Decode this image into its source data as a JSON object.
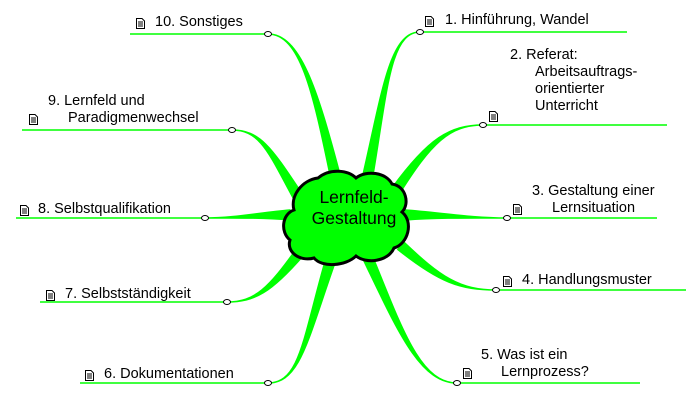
{
  "diagram": {
    "type": "mindmap",
    "center": {
      "line1": "Lernfeld-",
      "line2": "Gestaltung",
      "fill": "#00ff00",
      "outline": "#000000"
    },
    "branch_color": "#00ff00",
    "icon": "document-icon",
    "topics": [
      {
        "id": 1,
        "lines": [
          "1. Hinführung, Wandel"
        ]
      },
      {
        "id": 2,
        "lines": [
          "2. Referat:",
          "Arbeitsauftrags-",
          "orientierter",
          "Unterricht"
        ]
      },
      {
        "id": 3,
        "lines": [
          "3. Gestaltung einer",
          "Lernsituation"
        ]
      },
      {
        "id": 4,
        "lines": [
          "4. Handlungsmuster"
        ]
      },
      {
        "id": 5,
        "lines": [
          "5. Was ist ein",
          "Lernprozess?"
        ]
      },
      {
        "id": 6,
        "lines": [
          "6. Dokumentationen"
        ]
      },
      {
        "id": 7,
        "lines": [
          "7. Selbstständigkeit"
        ]
      },
      {
        "id": 8,
        "lines": [
          "8. Selbstqualifikation"
        ]
      },
      {
        "id": 9,
        "lines": [
          "9. Lernfeld und",
          "Paradigmenwechsel"
        ]
      },
      {
        "id": 10,
        "lines": [
          "10. Sonstiges"
        ]
      }
    ]
  }
}
